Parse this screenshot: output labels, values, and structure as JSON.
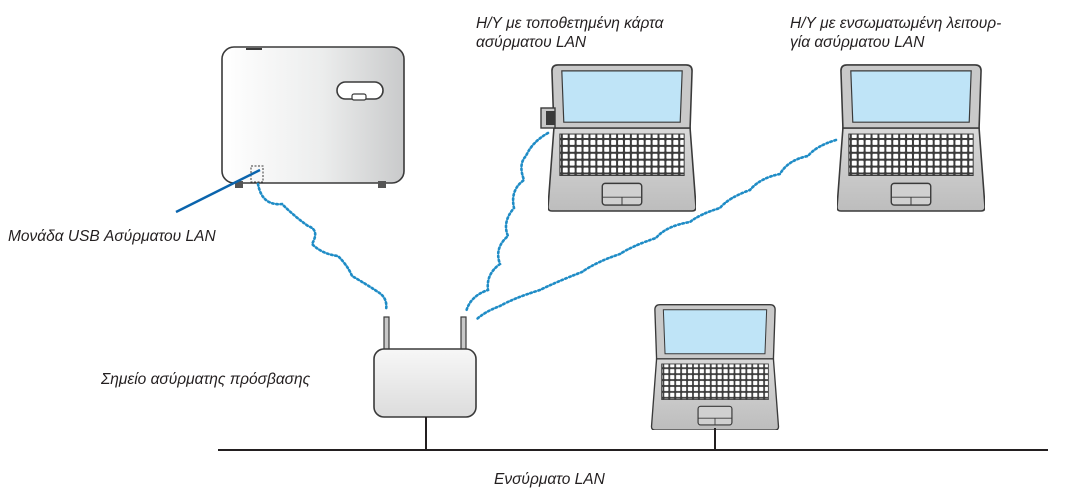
{
  "labels": {
    "usb_module": "Μονάδα USB Ασύρματου LAN",
    "access_point": "Σημείο ασύρματης πρόσβασης",
    "wired_lan": "Ενσύρματο LAN",
    "pc_wireless_card_line1": "Η/Υ με τοποθετημένη κάρτα",
    "pc_wireless_card_line2": "ασύρματου LAN",
    "pc_builtin_wireless_line1": "Η/Υ με ενσωματωμένη λειτουρ-",
    "pc_builtin_wireless_line2": "γία ασύρματου LAN"
  },
  "colors": {
    "wireless_link": "#1f8cc6",
    "leader_line": "#0a64ad",
    "screen": "#bfe4f7",
    "outline": "#3a3a3a"
  }
}
